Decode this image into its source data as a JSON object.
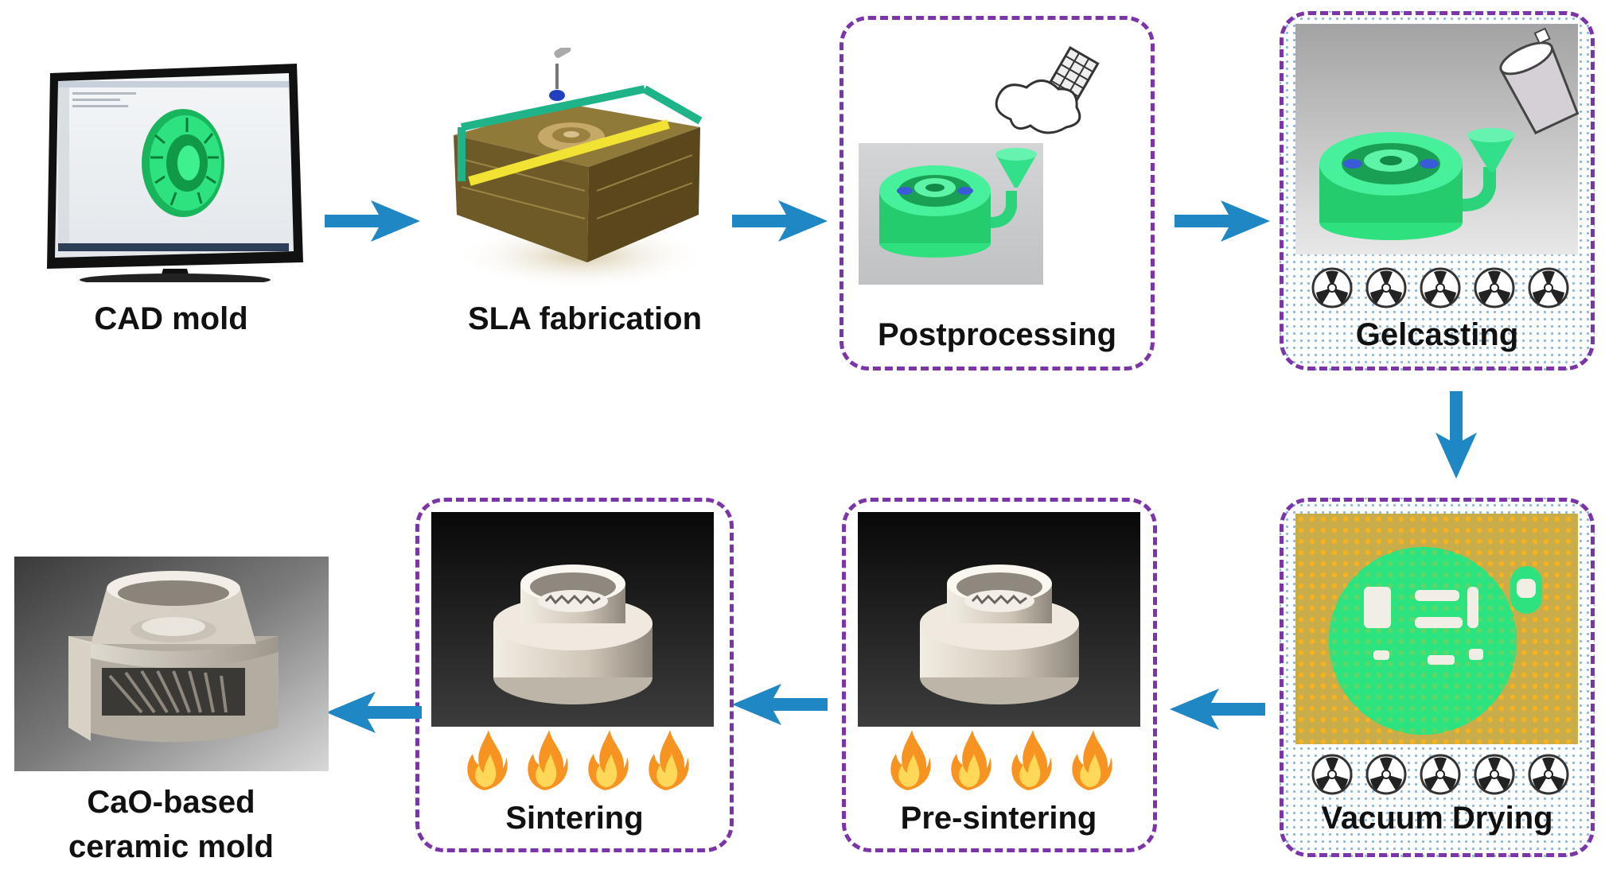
{
  "steps": {
    "cad": "CAD mold",
    "sla": "SLA fabrication",
    "post": "Postprocessing",
    "gel": "Gelcasting",
    "vac": "Vacuum Drying",
    "presinter": "Pre-sintering",
    "sinter": "Sintering",
    "final_line1": "CaO-based",
    "final_line2": "ceramic mold"
  },
  "colors": {
    "arrow": "#1f87c4",
    "dash_border": "#7b35a8",
    "mold_green": "#27d97a",
    "ceramic": "#d8d0c4",
    "flame": "#f59a1d"
  },
  "icons": [
    "monitor-icon",
    "fan-icon",
    "flame-icon",
    "spray-nozzle-icon",
    "pouring-cup-icon"
  ]
}
